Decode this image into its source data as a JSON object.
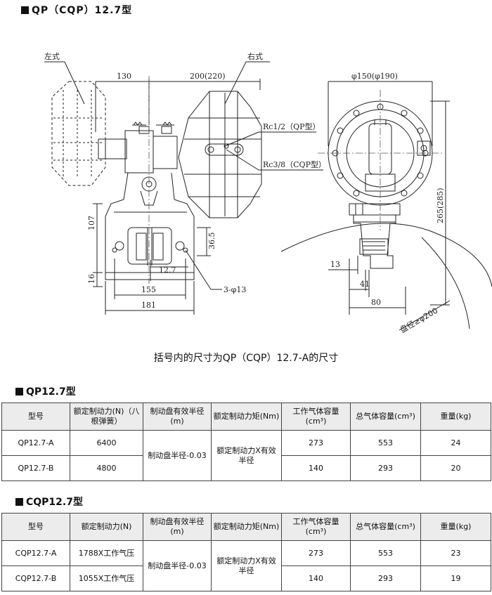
{
  "title": "QP（CQP）12.7型",
  "drawing": {
    "labels": {
      "left_type": "左式",
      "right_type": "右式",
      "rc_qp": "Rc1/2（QP型）",
      "rc_cqp": "Rc3/8（CQP型）",
      "diameter_note": "盘径≥φ200"
    },
    "dims": {
      "d130": "130",
      "d200": "200(220)",
      "d107": "107",
      "d16": "16",
      "d36": "36.5",
      "d12": "12.7",
      "d155": "155",
      "d181": "181",
      "d3phi13": "3-φ13",
      "dphi150": "φ150(φ190)",
      "d265": "265(285)",
      "d13": "13",
      "d41": "41",
      "d80": "80"
    }
  },
  "caption": "括号内的尺寸为QP（CQP）12.7-A的尺寸",
  "tables": [
    {
      "title": "QP12.7型",
      "headers": [
        "型号",
        "额定制动力(N)（八根弹簧）",
        "制动盘有效半径(m)",
        "额定制动力矩(Nm)",
        "工作气体容量(cm³)",
        "总气体容量(cm³)",
        "重量(kg)"
      ],
      "radius_text": "制动盘半径-0.03",
      "torque_text": "额定制动力X有效半径",
      "rows": [
        {
          "model": "QP12.7-A",
          "force": "6400",
          "work": "273",
          "total": "553",
          "weight": "24"
        },
        {
          "model": "QP12.7-B",
          "force": "4800",
          "work": "140",
          "total": "293",
          "weight": "20"
        }
      ]
    },
    {
      "title": "CQP12.7型",
      "headers": [
        "型号",
        "额定制动力(N)",
        "制动盘有效半径(m)",
        "额定制动力矩(Nm)",
        "工作气体容量(cm³)",
        "总气体容量(cm³)",
        "重量(kg)"
      ],
      "radius_text": "制动盘半径-0.03",
      "torque_text": "额定制动力X有效半径",
      "rows": [
        {
          "model": "CQP12.7-A",
          "force": "1788X工作气压",
          "work": "273",
          "total": "553",
          "weight": "23"
        },
        {
          "model": "CQP12.7-B",
          "force": "1055X工作气压",
          "work": "140",
          "total": "293",
          "weight": "19"
        }
      ]
    }
  ]
}
